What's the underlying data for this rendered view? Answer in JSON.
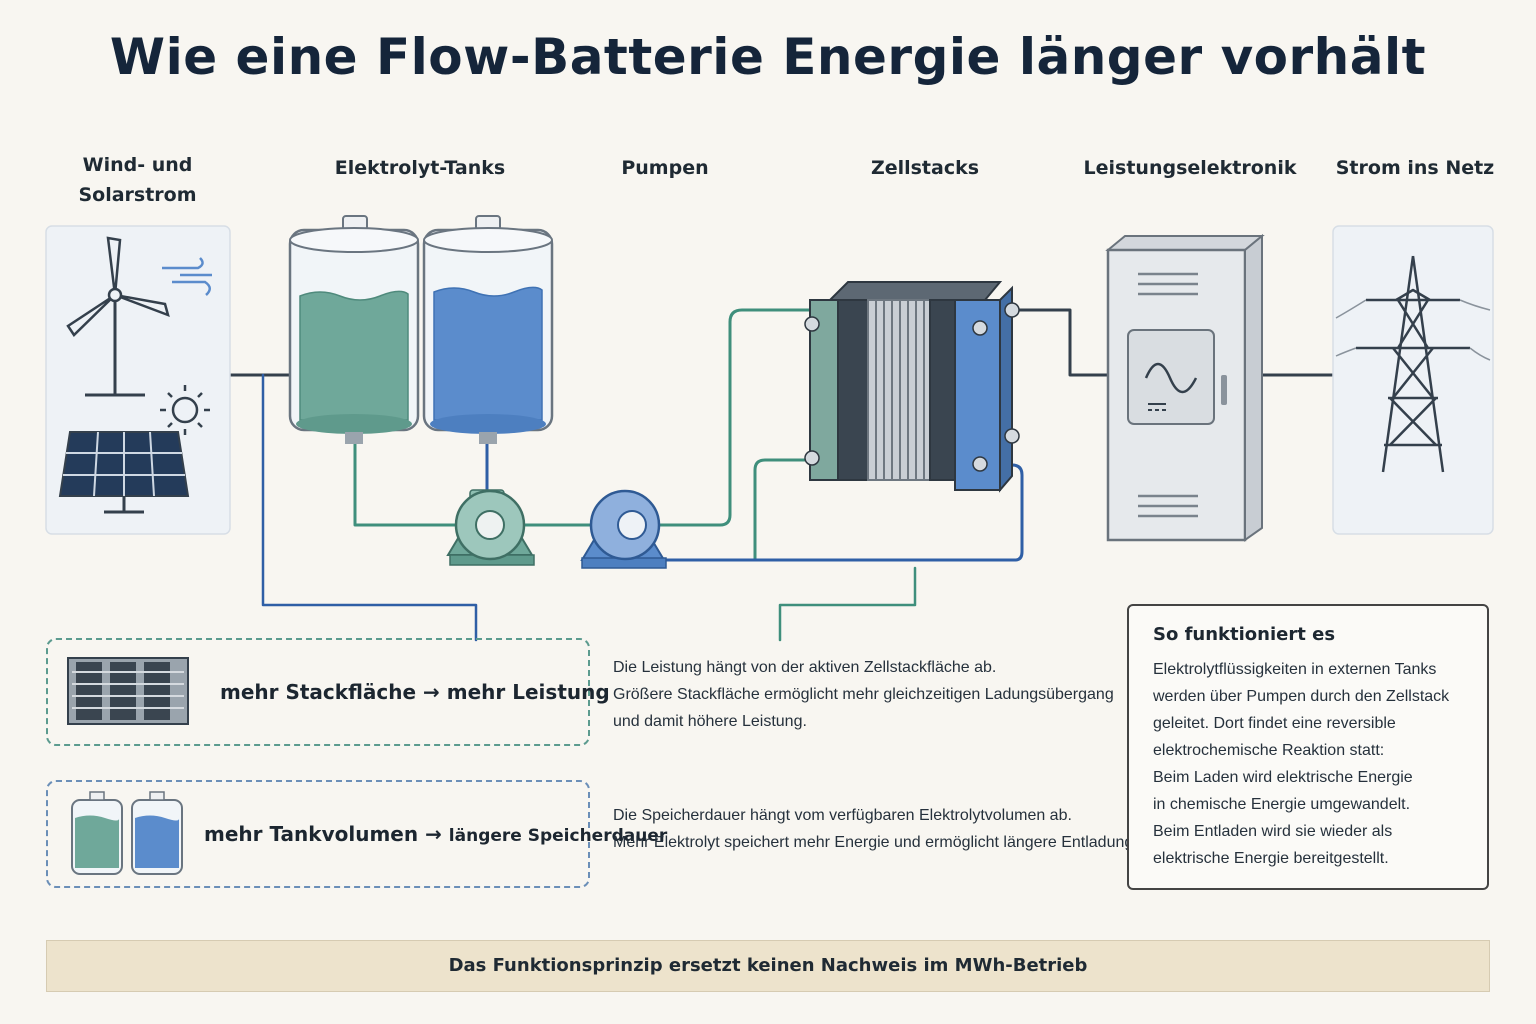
{
  "title": "Wie eine Flow-Batterie Energie länger vorhält",
  "stages": [
    {
      "label_lines": [
        "Wind- und",
        "Solarstrom"
      ],
      "icon": "wind-solar-icon"
    },
    {
      "label_lines": [
        "Elektrolyt-Tanks"
      ],
      "icon": "tanks-icon"
    },
    {
      "label_lines": [
        "Pumpen"
      ],
      "icon": "pump-icon"
    },
    {
      "label_lines": [
        "Zellstacks"
      ],
      "icon": "cell-stack-icon"
    },
    {
      "label_lines": [
        "Leistungselektronik"
      ],
      "icon": "inverter-cabinet-icon"
    },
    {
      "label_lines": [
        "Strom ins Netz"
      ],
      "icon": "power-pylon-icon"
    }
  ],
  "stack_box": {
    "label_a": "mehr Stackfläche",
    "arrow": "→",
    "label_b": "mehr Leistung",
    "description": [
      "Die Leistung hängt von der aktiven Zellstackfläche ab.",
      "Größere Stackfläche ermöglicht mehr gleichzeitigen Ladungsübergang",
      "und damit höhere Leistung."
    ]
  },
  "tank_box": {
    "label_a": "mehr Tankvolumen",
    "arrow": "→",
    "label_b": "längere Speicherdauer",
    "description": [
      "Die Speicherdauer hängt vom verfügbaren Elektrolytvolumen ab.",
      "Mehr Elektrolyt speichert mehr Energie und ermöglicht längere Entladung."
    ]
  },
  "how_it_works": {
    "title": "So funktioniert es",
    "lines": [
      "Elektrolytflüssigkeiten in externen Tanks",
      "werden über Pumpen durch den Zellstack",
      "geleitet. Dort findet eine reversible",
      "elektrochemische Reaktion statt:",
      "Beim Laden wird elektrische Energie",
      "in chemische Energie umgewandelt.",
      "Beim Entladen wird sie wieder als",
      "elektrische Energie bereitgestellt."
    ]
  },
  "footer": "Das Funktionsprinzip ersetzt keinen Nachweis im MWh-Betrieb",
  "colors": {
    "green_electrolyte": "#6fa89a",
    "blue_electrolyte": "#5b8ccc",
    "pipe_green": "#3f8f7c",
    "pipe_blue": "#2f5fa6",
    "line_dark": "#34404c"
  }
}
